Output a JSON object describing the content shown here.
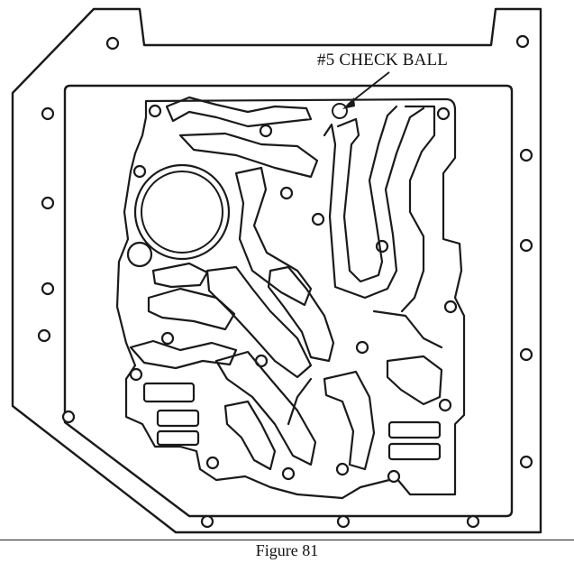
{
  "callout": {
    "label": "#5 CHECK BALL"
  },
  "caption": {
    "text": "Figure 81"
  },
  "icons": {
    "gasket": "valve-body-gasket-drawing",
    "checkball": "check-ball-marker"
  }
}
